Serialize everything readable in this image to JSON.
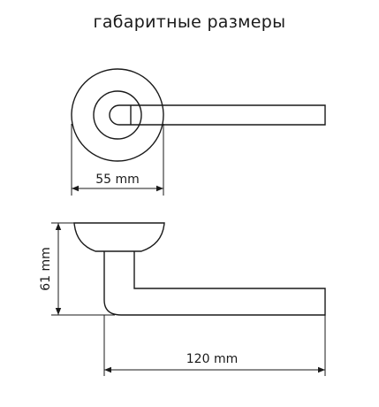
{
  "title": "габаритные размеры",
  "dimensions": {
    "rosette_diameter": "55 mm",
    "height": "61 mm",
    "lever_length": "120 mm"
  }
}
